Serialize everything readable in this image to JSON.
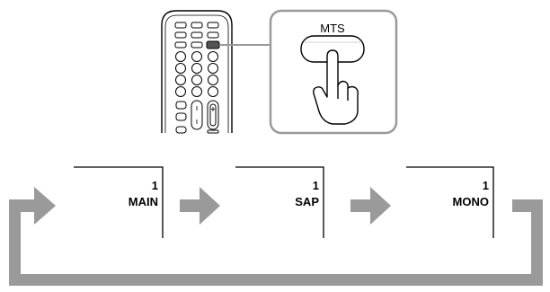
{
  "zoom_panel": {
    "button_label": "MTS"
  },
  "sequence": [
    {
      "number": "1",
      "mode": "MAIN"
    },
    {
      "number": "1",
      "mode": "SAP"
    },
    {
      "number": "1",
      "mode": "MONO"
    }
  ],
  "colors": {
    "arrow": "#9a9a9a",
    "outline": "#000000",
    "background": "#ffffff"
  },
  "icons": [
    "remote-control-icon",
    "pointing-hand-icon",
    "right-arrow-icon",
    "loop-arrow-icon"
  ]
}
